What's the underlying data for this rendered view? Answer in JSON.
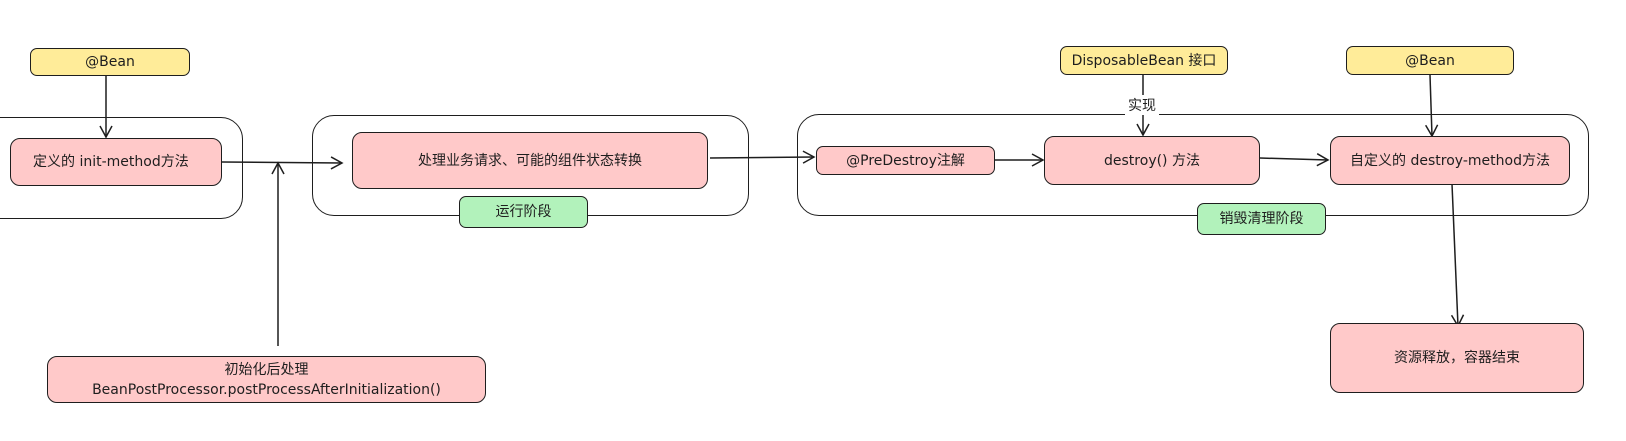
{
  "colors": {
    "stroke": "#1e1e1e",
    "yellow_fill": "#ffec99",
    "pink_fill": "#ffc9c9",
    "green_fill": "#b2f2bb",
    "background": "#ffffff"
  },
  "nodes": {
    "bean_left": "@Bean",
    "init_method": "定义的 init-method方法",
    "business": "处理业务请求、可能的组件状态转换",
    "runtime_stage": "运行阶段",
    "post_process_line1": "初始化后处理",
    "post_process_line2": "BeanPostProcessor.postProcessAfterInitialization()",
    "disposable_bean": "DisposableBean 接口",
    "implement_label": "实现",
    "bean_right": "@Bean",
    "pre_destroy": "@PreDestroy注解",
    "destroy_method": "destroy() 方法",
    "custom_destroy": "自定义的 destroy-method方法",
    "destroy_stage": "销毁清理阶段",
    "release": "资源释放，容器结束"
  },
  "edges": [
    {
      "from": "bean_left",
      "to": "init_method"
    },
    {
      "from": "init_method",
      "to": "business"
    },
    {
      "from": "post_process",
      "to": "init_business_edge"
    },
    {
      "from": "business",
      "to": "pre_destroy"
    },
    {
      "from": "disposable_bean",
      "to": "destroy_method",
      "label": "implement_label"
    },
    {
      "from": "pre_destroy",
      "to": "destroy_method"
    },
    {
      "from": "destroy_method",
      "to": "custom_destroy"
    },
    {
      "from": "bean_right",
      "to": "custom_destroy"
    },
    {
      "from": "custom_destroy",
      "to": "release"
    }
  ]
}
